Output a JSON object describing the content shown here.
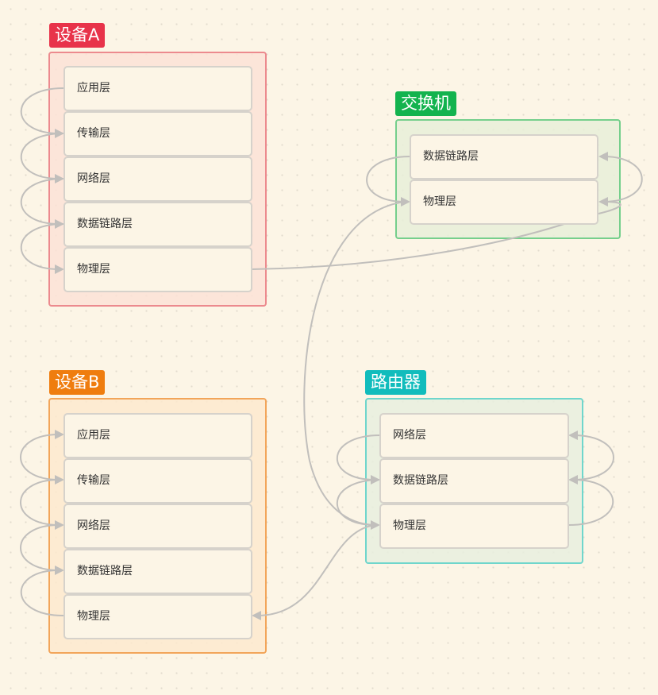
{
  "colors": {
    "background": "#fcf5e6",
    "edge": "#c1bfbc",
    "node_border": "#d6d2cb"
  },
  "groups": {
    "deviceA": {
      "title": "设备A",
      "accent": "#e8334a",
      "border": "#ec8a8e",
      "fill": "#fbe6da",
      "layers": [
        "应用层",
        "传输层",
        "网络层",
        "数据链路层",
        "物理层"
      ]
    },
    "switch": {
      "title": "交换机",
      "accent": "#13b34e",
      "border": "#75cf8c",
      "fill": "#eaf0dc",
      "layers": [
        "数据链路层",
        "物理层"
      ]
    },
    "deviceB": {
      "title": "设备B",
      "accent": "#ef7d0f",
      "border": "#f2a55a",
      "fill": "#fdebd2",
      "layers": [
        "应用层",
        "传输层",
        "网络层",
        "数据链路层",
        "物理层"
      ]
    },
    "router": {
      "title": "路由器",
      "accent": "#11bcbc",
      "border": "#6fd6cc",
      "fill": "#e9efdf",
      "layers": [
        "网络层",
        "数据链路层",
        "物理层"
      ]
    }
  },
  "edges": [
    {
      "from": "设备A.应用层",
      "to": "设备A.传输层"
    },
    {
      "from": "设备A.传输层",
      "to": "设备A.网络层"
    },
    {
      "from": "设备A.网络层",
      "to": "设备A.数据链路层"
    },
    {
      "from": "设备A.数据链路层",
      "to": "设备A.物理层"
    },
    {
      "from": "设备A.物理层",
      "to": "交换机.物理层"
    },
    {
      "from": "交换机.物理层",
      "to": "交换机.数据链路层"
    },
    {
      "from": "交换机.数据链路层",
      "to": "交换机.物理层"
    },
    {
      "from": "交换机.物理层",
      "to": "路由器.物理层"
    },
    {
      "from": "路由器.物理层",
      "to": "路由器.数据链路层"
    },
    {
      "from": "路由器.数据链路层",
      "to": "路由器.网络层"
    },
    {
      "from": "路由器.网络层",
      "to": "路由器.数据链路层"
    },
    {
      "from": "路由器.数据链路层",
      "to": "路由器.物理层"
    },
    {
      "from": "路由器.物理层",
      "to": "设备B.物理层"
    },
    {
      "from": "设备B.物理层",
      "to": "设备B.数据链路层"
    },
    {
      "from": "设备B.数据链路层",
      "to": "设备B.网络层"
    },
    {
      "from": "设备B.网络层",
      "to": "设备B.传输层"
    },
    {
      "from": "设备B.传输层",
      "to": "设备B.应用层"
    }
  ]
}
